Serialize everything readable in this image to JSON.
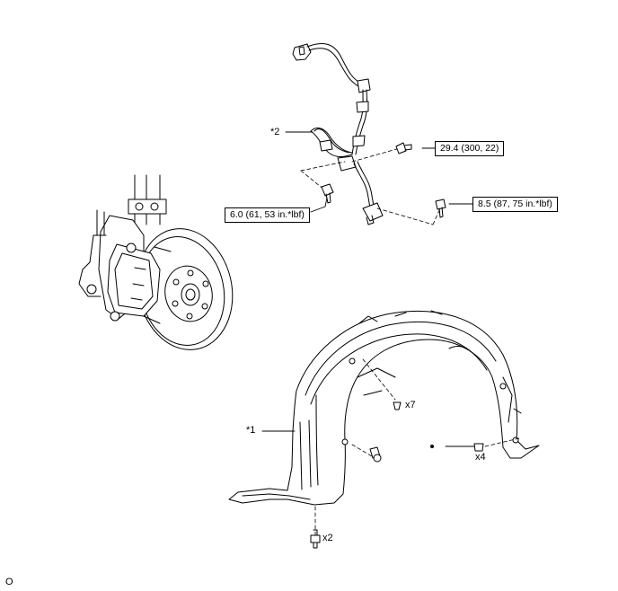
{
  "callouts": {
    "part1": "*1",
    "part2": "*2"
  },
  "torque": {
    "t1": "29.4 (300, 22)",
    "t2": "6.0 (61, 53 in.*lbf)",
    "t3": "8.5 (87, 75 in.*lbf)"
  },
  "quantities": {
    "clips": "x7",
    "screws": "x4",
    "bolts": "x2"
  },
  "footer": {
    "code": "O"
  }
}
